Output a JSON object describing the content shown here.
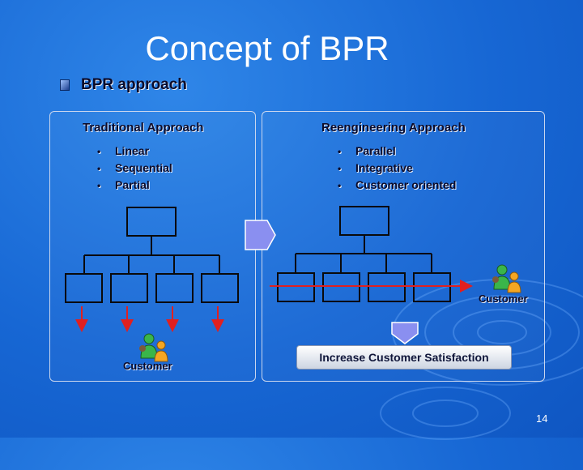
{
  "slide": {
    "title": "Concept of BPR",
    "bullet": "BPR approach",
    "page_number": "14"
  },
  "traditional": {
    "heading": "Traditional Approach",
    "items": [
      "Linear",
      "Sequential",
      "Partial"
    ],
    "customer_label": "Customer"
  },
  "reengineering": {
    "heading": "Reengineering Approach",
    "items": [
      "Parallel",
      "Integrative",
      "Customer oriented"
    ],
    "customer_label": "Customer",
    "outcome": "Increase Customer Satisfaction"
  },
  "colors": {
    "background": "#1767d4",
    "box_stroke": "#0a0a0a",
    "arrow_red": "#e02020",
    "arrow_purple": "#8a8ff0"
  }
}
